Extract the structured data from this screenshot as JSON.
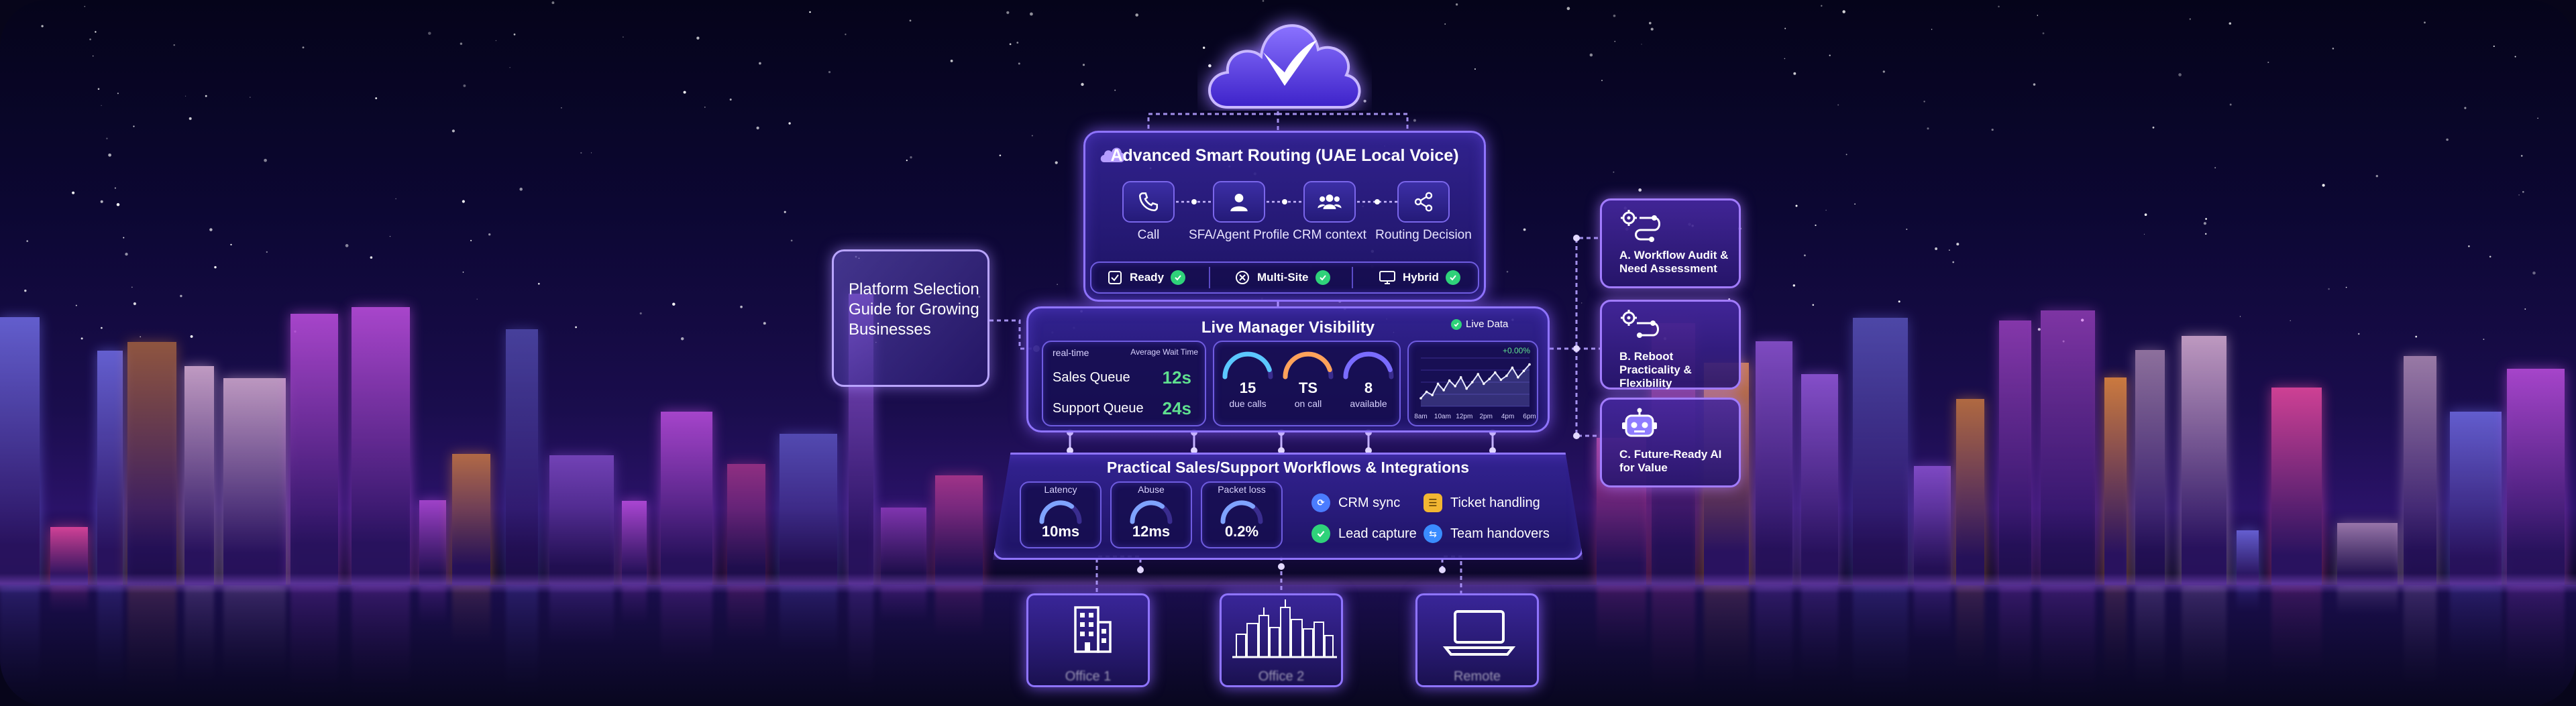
{
  "routing": {
    "title": "Advanced Smart Routing (UAE Local Voice)",
    "flow": [
      {
        "label": "Call",
        "icon": "phone-icon"
      },
      {
        "label": "SFA/Agent Profile",
        "icon": "user-icon"
      },
      {
        "label": "CRM context",
        "icon": "group-icon"
      },
      {
        "label": "Routing Decision",
        "icon": "share-icon"
      }
    ],
    "status": [
      {
        "label": "Ready",
        "icon": "checkbox-icon"
      },
      {
        "label": "Multi-Site",
        "icon": "x-circle-icon"
      },
      {
        "label": "Hybrid",
        "icon": "monitor-icon"
      }
    ]
  },
  "guide": {
    "title": "Platform Selection Guide for Growing Businesses"
  },
  "visibility": {
    "title": "Live Manager Visibility",
    "live_badge": "Live Data",
    "realtime_label": "real-time",
    "avg_wait_label": "Average Wait Time",
    "queues": [
      {
        "name": "Sales Queue",
        "wait": "12s"
      },
      {
        "name": "Support Queue",
        "wait": "24s"
      }
    ],
    "agents": [
      {
        "value": "15",
        "label": "due calls",
        "color": "#5bc8ff"
      },
      {
        "value": "TS",
        "label": "on call",
        "color": "#ffa25a"
      },
      {
        "value": "8",
        "label": "available",
        "color": "#7a6cff"
      }
    ],
    "trend": {
      "badge": "+0.00%",
      "x_labels": [
        "8am",
        "10am",
        "12pm",
        "2pm",
        "4pm",
        "6pm"
      ],
      "values": [
        40,
        48,
        44,
        58,
        50,
        62,
        55,
        66,
        52,
        60,
        70,
        58,
        64,
        72,
        63,
        68,
        78,
        66,
        74,
        82
      ]
    }
  },
  "workflows": {
    "title": "Practical Sales/Support Workflows & Integrations",
    "metrics": [
      {
        "label": "Latency",
        "value": "10ms"
      },
      {
        "label": "Abuse",
        "value": "12ms"
      },
      {
        "label": "Packet loss",
        "value": "0.2%"
      }
    ],
    "integrations": [
      {
        "label": "CRM sync",
        "icon": "sync-icon",
        "color": "#4a7cff"
      },
      {
        "label": "Ticket handling",
        "icon": "ticket-icon",
        "color": "#f2b632"
      },
      {
        "label": "Lead capture",
        "icon": "check-icon",
        "color": "#2fd27a"
      },
      {
        "label": "Team handovers",
        "icon": "handover-icon",
        "color": "#3a8cff"
      }
    ]
  },
  "side_cards": [
    {
      "label": "A. Workflow Audit & Need Assessment",
      "icon": "workflow-gear-icon"
    },
    {
      "label": "B. Reboot Practicality & Flexibility",
      "icon": "settings-gear-icon"
    },
    {
      "label": "C. Future-Ready AI for Value",
      "icon": "robot-icon"
    }
  ],
  "offices": [
    {
      "label": "Office 1",
      "icon": "building-icon"
    },
    {
      "label": "Office 2",
      "icon": "city-icon"
    },
    {
      "label": "Remote",
      "icon": "laptop-icon"
    }
  ]
}
